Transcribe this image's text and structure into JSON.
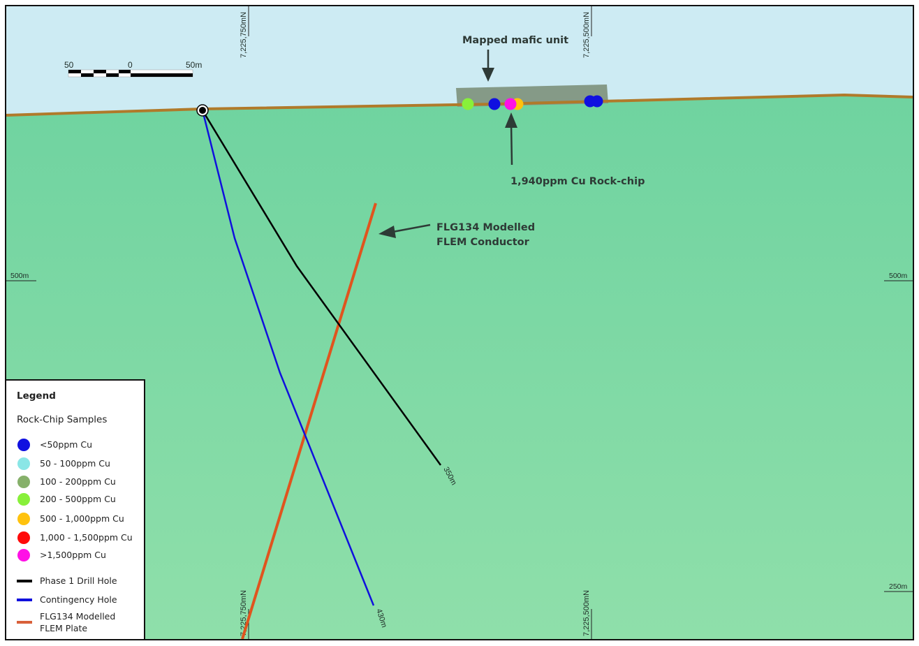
{
  "title": "Cross-section with drill holes and FLEM conductor",
  "colors": {
    "sky": "#cdebf3",
    "ground_top": "#6fd3a0",
    "ground_bottom": "#8fdfaa",
    "surface": "#b07a2a",
    "mafic_unit": "#859a87",
    "phase1_hole": "#000000",
    "contingency_hole": "#1010dd",
    "flem_plate": "#e0541e",
    "annotation": "#2e3a36"
  },
  "scale_bar": {
    "labels": [
      "50",
      "0",
      "50m"
    ]
  },
  "northings": {
    "top_left": "7,225,750mN",
    "top_right": "7,225,500mN",
    "bottom_left": "7,225,750mN",
    "bottom_right": "7,225,500mN"
  },
  "elevations": {
    "left_500": "500m",
    "right_500": "500m",
    "right_250": "250m"
  },
  "annotations": {
    "mafic_unit": "Mapped mafic unit",
    "rock_chip": "1,940ppm Cu Rock-chip",
    "flem_line1": "FLG134 Modelled",
    "flem_line2": "FLEM Conductor"
  },
  "drill_holes": {
    "phase1": {
      "name": "Phase 1 Drill Hole",
      "end_depth_label": "350m"
    },
    "contingency": {
      "name": "Contingency Hole",
      "end_depth_label": "430m"
    }
  },
  "samples": [
    {
      "range": "200 - 500ppm Cu",
      "color": "#88f03a"
    },
    {
      "range": "<50ppm Cu",
      "color": "#1010e0"
    },
    {
      "range": "500 - 1,000ppm Cu",
      "color": "#ffc20e"
    },
    {
      "range": ">1,500ppm Cu",
      "color": "#ff10e6"
    },
    {
      "range": "<50ppm Cu",
      "color": "#1010e0"
    },
    {
      "range": "<50ppm Cu",
      "color": "#1010e0"
    }
  ],
  "legend": {
    "title": "Legend",
    "subtitle": "Rock-Chip Samples",
    "sample_items": [
      {
        "label": "<50ppm Cu",
        "color": "#1010e0"
      },
      {
        "label": "50 - 100ppm Cu",
        "color": "#8ae6e6"
      },
      {
        "label": "100 - 200ppm Cu",
        "color": "#86b06a"
      },
      {
        "label": "200 - 500ppm Cu",
        "color": "#88f03a"
      },
      {
        "label": "500 - 1,000ppm Cu",
        "color": "#ffc20e"
      },
      {
        "label": "1,000 - 1,500ppm Cu",
        "color": "#ff0a0a"
      },
      {
        "label": ">1,500ppm Cu",
        "color": "#ff10e6"
      }
    ],
    "line_items": [
      {
        "label": "Phase 1 Drill Hole",
        "color": "#000000"
      },
      {
        "label": "Contingency Hole",
        "color": "#1010dd"
      },
      {
        "label": "FLG134 Modelled",
        "label2": "FLEM Plate",
        "color": "#d9603a"
      }
    ]
  }
}
